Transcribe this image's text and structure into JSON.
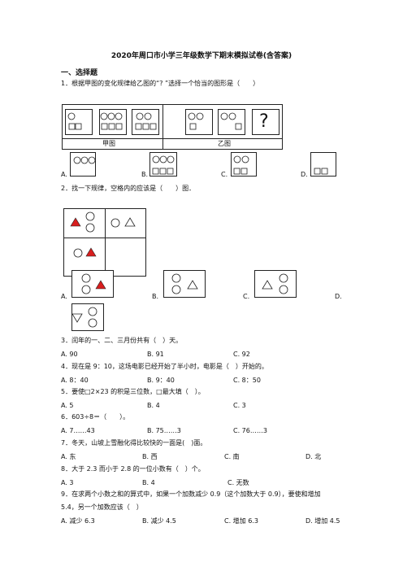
{
  "title": "2020年周口市小学三年级数学下期末模拟试卷(含答案)",
  "section1": "一、选择题",
  "q1": {
    "stem": "1．根据甲图的变化规律给乙图的“? ”选择一个恰当的图形是（　　）",
    "label_jia": "甲图",
    "label_yi": "乙图",
    "question_mark": "?",
    "options": [
      "A.",
      "B.",
      "C.",
      "D."
    ]
  },
  "q2": {
    "stem": "2．找一下规律，空格内的应该是（　　）图．",
    "options": [
      "A.",
      "B.",
      "C.",
      "D."
    ]
  },
  "q3": {
    "stem": "3．闰年的一、二、三月份共有（　）天。",
    "options": [
      "A. 90",
      "B. 91",
      "C. 92"
    ]
  },
  "q4": {
    "stem": "4．现在是 9：10，这场电影已经开始了半小时，电影是（　）开始的。",
    "options": [
      "A. 8：40",
      "B. 9：40",
      "C. 8：50"
    ]
  },
  "q5": {
    "stem": "5．要使□2×23 的积是三位数，□最大填（　）。",
    "options": [
      "A. 5",
      "B. 4",
      "C. 3"
    ]
  },
  "q6": {
    "stem": "6．603÷8＝（　　）。",
    "options": [
      "A. 7……43",
      "B. 75……3",
      "C. 76……3"
    ]
  },
  "q7": {
    "stem": "7．冬天，山坡上雪融化得比较快的一面是(　)面。",
    "options": [
      "A. 东",
      "B. 西",
      "C. 南",
      "D. 北"
    ]
  },
  "q8": {
    "stem": "8．大于 2.3 而小于 2.8 的一位小数有（　）个。",
    "options": [
      "A. 3",
      "B. 4",
      "C. 无数"
    ]
  },
  "q9": {
    "stem": "9．在求两个小数之和的算式中，如果一个加数减少 0.9（这个加数大于 0.9），要使和增加",
    "stem2": "5.4，另一个加数应该（　）",
    "options": [
      "A. 减少 6.3",
      "B. 减少 4.5",
      "C. 增加 6.3",
      "D. 增加 4.5"
    ]
  },
  "colors": {
    "triangle_fill": "#d81e1e",
    "line": "#222222"
  }
}
